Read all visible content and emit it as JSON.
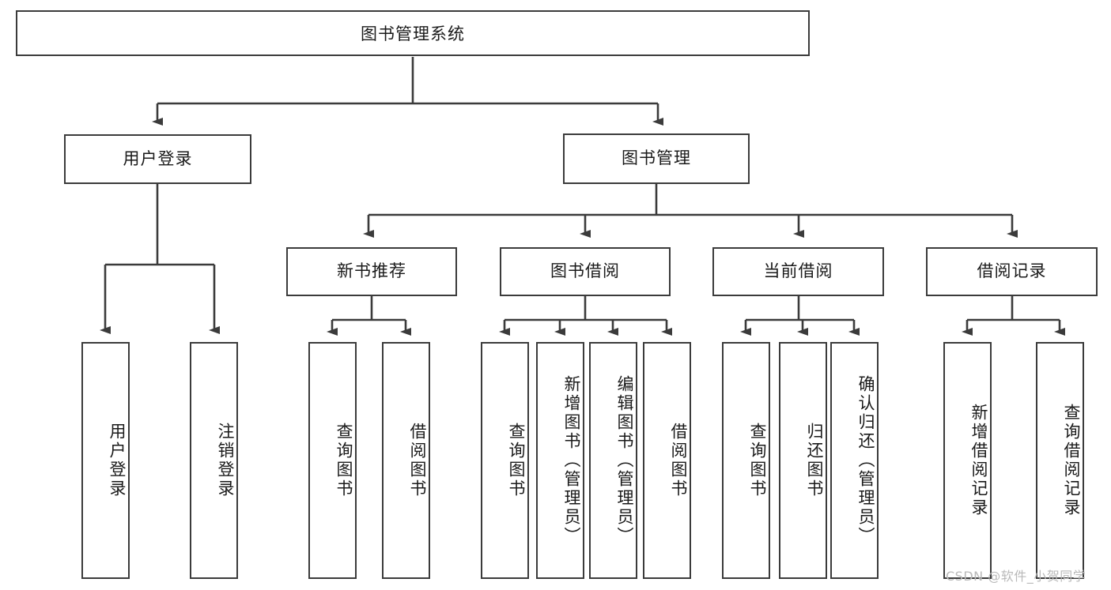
{
  "diagram": {
    "title": "图书管理系统",
    "type": "functional-structure-tree",
    "root": {
      "id": "root",
      "label": "图书管理系统"
    },
    "level1": [
      {
        "id": "user-login",
        "label": "用户登录"
      },
      {
        "id": "book-manage",
        "label": "图书管理"
      }
    ],
    "level2": [
      {
        "id": "new-book-rec",
        "label": "新书推荐",
        "parent": "book-manage"
      },
      {
        "id": "book-borrow",
        "label": "图书借阅",
        "parent": "book-manage"
      },
      {
        "id": "current-borrow",
        "label": "当前借阅",
        "parent": "book-manage"
      },
      {
        "id": "borrow-record",
        "label": "借阅记录",
        "parent": "book-manage"
      }
    ],
    "leaves": [
      {
        "id": "leaf-user-login",
        "label": "用户登录",
        "parent": "user-login"
      },
      {
        "id": "leaf-logout",
        "label": "注销登录",
        "parent": "user-login"
      },
      {
        "id": "leaf-query-book-1",
        "label": "查询图书",
        "parent": "new-book-rec"
      },
      {
        "id": "leaf-borrow-book-1",
        "label": "借阅图书",
        "parent": "new-book-rec"
      },
      {
        "id": "leaf-query-book-2",
        "label": "查询图书",
        "parent": "book-borrow"
      },
      {
        "id": "leaf-add-book",
        "label": "新增图书（管理员）",
        "parent": "book-borrow"
      },
      {
        "id": "leaf-edit-book",
        "label": "编辑图书（管理员）",
        "parent": "book-borrow"
      },
      {
        "id": "leaf-borrow-book-2",
        "label": "借阅图书",
        "parent": "book-borrow"
      },
      {
        "id": "leaf-query-book-3",
        "label": "查询图书",
        "parent": "current-borrow"
      },
      {
        "id": "leaf-return-book",
        "label": "归还图书",
        "parent": "current-borrow"
      },
      {
        "id": "leaf-confirm-return",
        "label": "确认归还（管理员）",
        "parent": "current-borrow"
      },
      {
        "id": "leaf-add-record",
        "label": "新增借阅记录",
        "parent": "borrow-record"
      },
      {
        "id": "leaf-query-record",
        "label": "查询借阅记录",
        "parent": "borrow-record"
      }
    ]
  },
  "watermark": {
    "text": "CSDN @软件_小贺同学"
  },
  "colors": {
    "stroke": "#3b3b3b",
    "fill": "#ffffff",
    "text": "#1a1a1a",
    "watermark": "#b9b9b9",
    "background": "#ffffff"
  }
}
